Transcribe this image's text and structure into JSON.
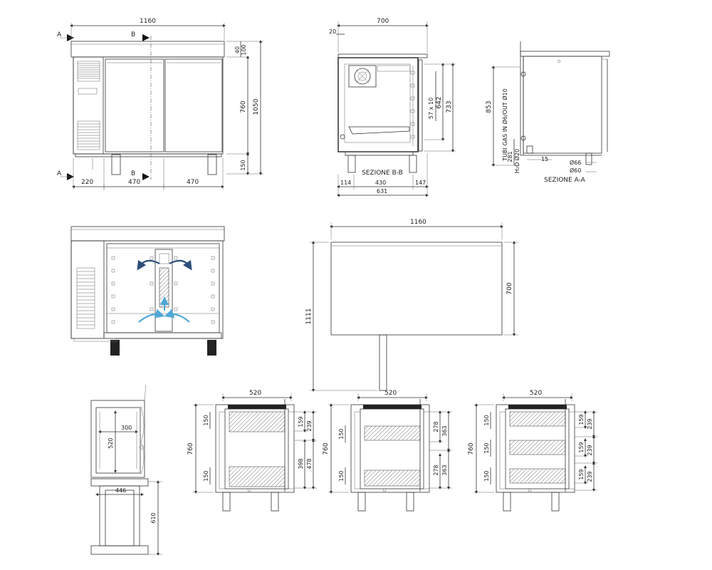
{
  "front_view": {
    "width": "1160",
    "depth_label": "40",
    "depth_label2": "100",
    "height_top": "760",
    "height_total": "1050",
    "leg_height": "150",
    "width_left": "220",
    "width_mid": "470",
    "width_right": "470",
    "section_a": "A",
    "section_b": "B"
  },
  "section_bb": {
    "width_top": "700",
    "lip": "20",
    "dim_57x10": "57 x 10",
    "dim_642": "642",
    "dim_733": "733",
    "caption": "SEZIONE B-B",
    "bottom_114": "114",
    "bottom_430": "430",
    "bottom_147": "147",
    "bottom_631": "631"
  },
  "section_aa": {
    "gas_label": "TUBI GAS IN Ø6/OUT Ø10",
    "dim_853": "853",
    "dim_281": "281",
    "h2o_label": "H₂O Ø20",
    "dim_15": "15",
    "dia_66": "Ø66",
    "dia_60": "Ø60",
    "caption": "SEZIONE A-A"
  },
  "top_view": {
    "width": "1160",
    "depth": "700",
    "total": "1111"
  },
  "bottom_views": {
    "side": {
      "dim_300": "300",
      "dim_520": "520",
      "dim_446": "446",
      "dim_610": "610"
    },
    "v1": {
      "width": "520",
      "height": "760",
      "d150a": "150",
      "d150b": "150",
      "d159": "159",
      "d239": "239",
      "d398": "398",
      "d478": "478"
    },
    "v2": {
      "width": "520",
      "height": "760",
      "d150a": "150",
      "d150b": "150",
      "d278a": "278",
      "d363a": "363",
      "d278b": "278",
      "d363b": "363"
    },
    "v3": {
      "width": "520",
      "height": "760",
      "d150a": "150",
      "d150b": "150",
      "d150c": "150",
      "d159a": "159",
      "d239a": "239",
      "d159b": "159",
      "d239b": "239",
      "d159c": "159",
      "d239c": "239"
    }
  },
  "colors": {
    "line": "#333333",
    "airflow": "#4ea7d8",
    "airflow_dark": "#2d4f7a"
  }
}
